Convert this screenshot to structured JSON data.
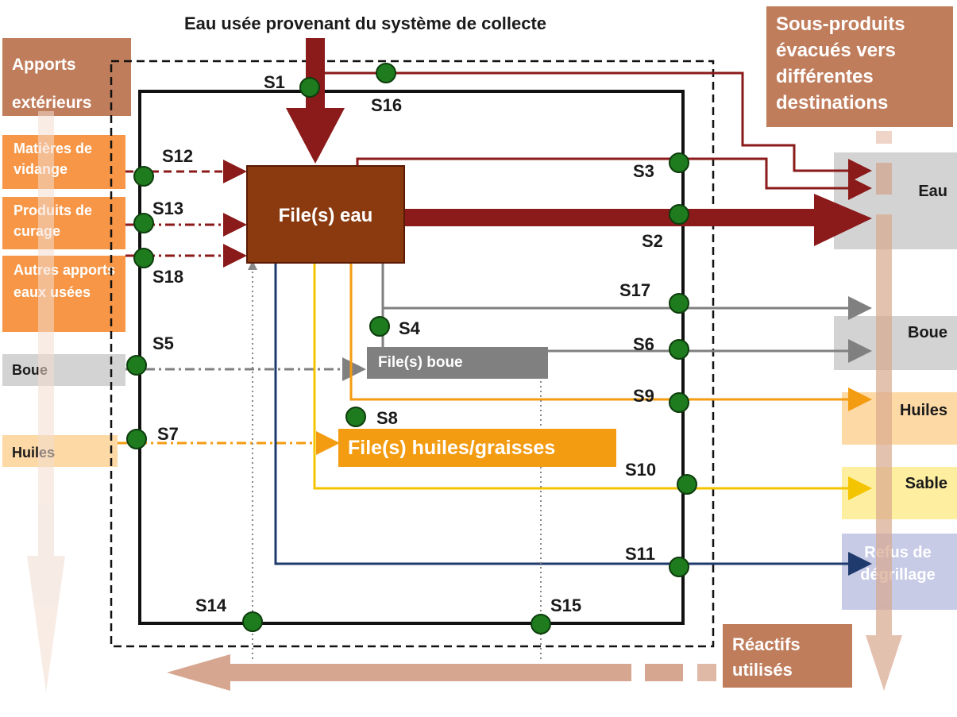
{
  "colors": {
    "water": "#8b1a1a",
    "sludge": "#808080",
    "oil": "#f39c12",
    "sand": "#f5c400",
    "screenings": "#1f3a6d",
    "node": "#1e7b1e",
    "apports": "#f79646",
    "tan": "#c07d5c"
  },
  "top_label": "Eau usée provenant du système de collecte",
  "apports": {
    "title": "Apports extérieurs",
    "items": [
      "Matières de vidange",
      "Produits de curage",
      "Autres apports eaux usées",
      "Boue",
      "Huiles"
    ]
  },
  "sous_produits": {
    "title": "Sous-produits évacués vers différentes destinations",
    "destinations": [
      "Eau",
      "Boue",
      "Huiles",
      "Sable",
      "Refus de dégrillage"
    ]
  },
  "reactifs": "Réactifs utilisés",
  "process": {
    "eau": "File(s) eau",
    "boue": "File(s) boue",
    "huiles": "File(s) huiles/graisses"
  },
  "nodes": [
    "S1",
    "S2",
    "S3",
    "S4",
    "S5",
    "S6",
    "S7",
    "S8",
    "S9",
    "S10",
    "S11",
    "S12",
    "S13",
    "S14",
    "S15",
    "S16",
    "S17",
    "S18"
  ]
}
